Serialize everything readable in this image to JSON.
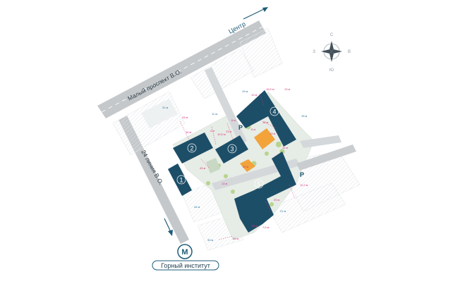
{
  "roads": {
    "main_avenue": "Малый проспект В.О.",
    "side_street": "24 линия В.О."
  },
  "direction_label": "Центр",
  "compass": {
    "north": "С",
    "south": "Ю",
    "west": "З",
    "east": "В"
  },
  "metro": {
    "letter": "М",
    "station": "Горный институт"
  },
  "buildings": [
    "1",
    "2",
    "3",
    "4",
    "5"
  ],
  "parking_label": "P",
  "height_labels": [
    "31 м",
    "11 м",
    "19 м",
    "15 м",
    "44 м",
    "30 м",
    "21 м"
  ],
  "distance_labels": [
    "43 м",
    "16 м",
    "4 м",
    "10,5 м",
    "13 м",
    "6 м",
    "13 м",
    "16,5 м",
    "13 м",
    "6 м",
    "18 м",
    "43 м",
    "29 м",
    "11,2 м",
    "55 м",
    "33 м",
    "7,6 м",
    "62 м",
    "13 м",
    "13 м",
    "11 м"
  ],
  "colors": {
    "building": "#1d4e68",
    "road": "#bfc3c6",
    "accent": "#1c5c78",
    "distance": "#d6337a",
    "playground": "#f2a33a"
  }
}
